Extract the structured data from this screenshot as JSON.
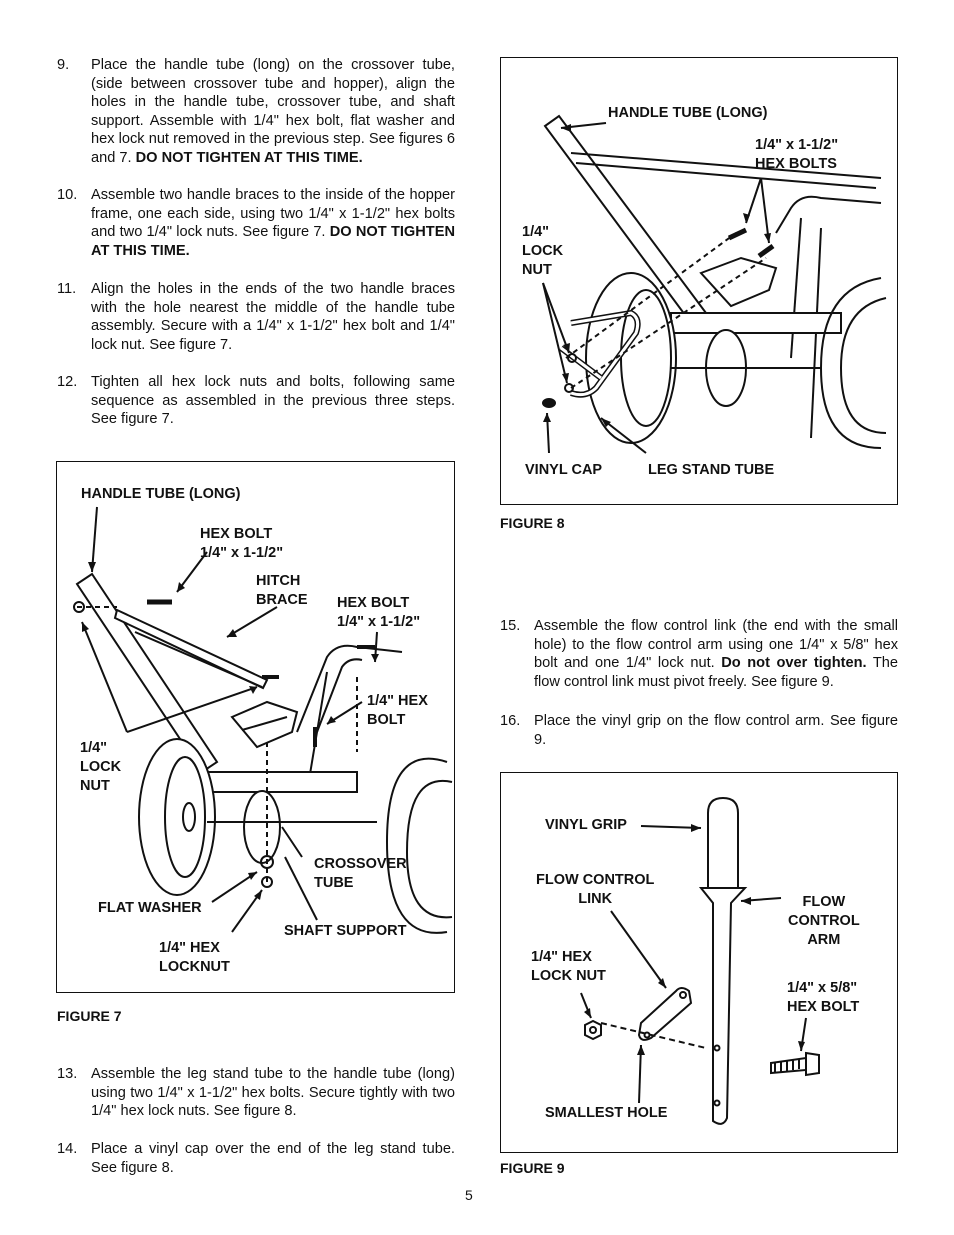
{
  "left_steps": [
    {
      "num": "9.",
      "text": "Place the handle tube (long) on the crossover tube, (side between crossover tube and hopper), align the holes in the handle tube, crossover tube, and shaft support. Assemble with 1/4\" hex bolt, flat washer and hex lock nut removed in the previous step.  See figures 6 and 7.",
      "bold": "DO NOT TIGHTEN AT THIS TIME."
    },
    {
      "num": "10.",
      "text": "Assemble two handle braces to the inside of the hopper frame, one each side, using two 1/4\" x 1-1/2\" hex bolts and two 1/4\" lock nuts. See figure 7.",
      "bold": "DO NOT TIGHTEN AT THIS TIME."
    },
    {
      "num": "11.",
      "text": "Align the holes in the ends of the two handle braces with the hole nearest the middle of the handle tube assembly. Secure with a 1/4\" x 1-1/2\" hex bolt and 1/4\" lock nut.  See figure 7.",
      "bold": ""
    },
    {
      "num": "12.",
      "text": "Tighten all hex lock nuts and bolts, following same sequence as assembled in the previous three steps. See figure 7.",
      "bold": ""
    },
    {
      "num": "13.",
      "text": "Assemble the leg stand tube to the handle tube (long) using two 1/4\" x 1-1/2\" hex bolts.  Secure tightly with two 1/4\" hex lock nuts.  See figure 8.",
      "bold": ""
    },
    {
      "num": "14.",
      "text": "Place a vinyl cap over the end of the leg stand tube. See figure 8.",
      "bold": ""
    }
  ],
  "right_steps": [
    {
      "num": "15.",
      "text": "Assemble the flow control link (the end with the small hole) to the flow control arm using one 1/4\" x 5/8\" hex bolt and one 1/4\" lock nut.",
      "bold": "Do not over tighten.",
      "after": "The flow control link must pivot freely. See figure 9."
    },
    {
      "num": "16.",
      "text": "Place the vinyl grip on the flow control arm.  See figure 9.",
      "bold": "",
      "after": ""
    }
  ],
  "figure7": {
    "caption": "FIGURE 7",
    "labels": {
      "handle_tube": "HANDLE TUBE (LONG)",
      "hex_bolt_a": "HEX BOLT\n1/4\" x 1-1/2\"",
      "hitch_brace": "HITCH\nBRACE",
      "hex_bolt_b": "HEX BOLT\n1/4\" x 1-1/2\"",
      "hex_bolt_c": "1/4\" HEX\nBOLT",
      "lock_nut": "1/4\"\nLOCK\nNUT",
      "crossover": "CROSSOVER\nTUBE",
      "flat_washer": "FLAT WASHER",
      "shaft_support": "SHAFT SUPPORT",
      "hex_locknut": "1/4\" HEX\nLOCKNUT"
    }
  },
  "figure8": {
    "caption": "FIGURE 8",
    "labels": {
      "handle_tube": "HANDLE TUBE (LONG)",
      "hex_bolts": "1/4\" x 1-1/2\"\nHEX BOLTS",
      "lock_nut": "1/4\"\nLOCK\nNUT",
      "vinyl_cap": "VINYL CAP",
      "leg_stand": "LEG STAND TUBE"
    }
  },
  "figure9": {
    "caption": "FIGURE 9",
    "labels": {
      "vinyl_grip": "VINYL GRIP",
      "flow_link": "FLOW CONTROL\nLINK",
      "flow_arm": "FLOW\nCONTROL\nARM",
      "hex_lock_nut": "1/4\" HEX\nLOCK NUT",
      "hex_bolt": "1/4\" x 5/8\"\nHEX BOLT",
      "smallest_hole": "SMALLEST HOLE"
    }
  },
  "page_number": "5"
}
